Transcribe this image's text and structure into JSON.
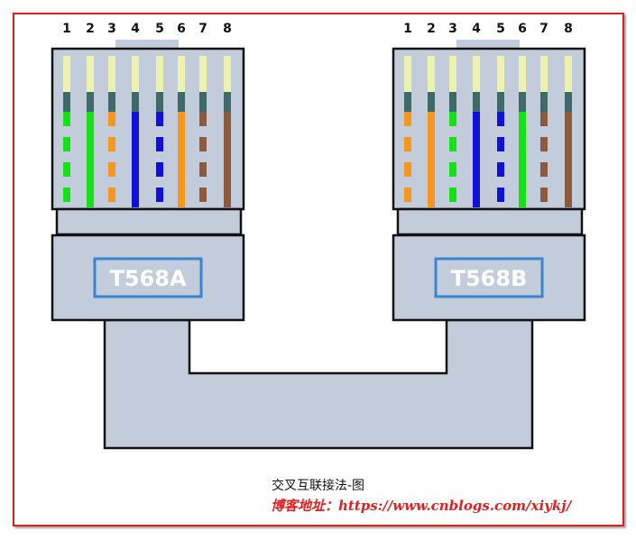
{
  "pin_numbers": [
    "1",
    "2",
    "3",
    "4",
    "5",
    "6",
    "7",
    "8"
  ],
  "left_connector": {
    "standard_label": "T568A",
    "wires": [
      {
        "color": "#16e016",
        "striped": true
      },
      {
        "color": "#16e016",
        "striped": false
      },
      {
        "color": "#f6961e",
        "striped": true
      },
      {
        "color": "#1010d8",
        "striped": false
      },
      {
        "color": "#1010d8",
        "striped": true
      },
      {
        "color": "#f6961e",
        "striped": false
      },
      {
        "color": "#8c5a3c",
        "striped": true
      },
      {
        "color": "#8c5a3c",
        "striped": false
      }
    ]
  },
  "right_connector": {
    "standard_label": "T568B",
    "wires": [
      {
        "color": "#f6961e",
        "striped": true
      },
      {
        "color": "#f6961e",
        "striped": false
      },
      {
        "color": "#16e016",
        "striped": true
      },
      {
        "color": "#1010d8",
        "striped": false
      },
      {
        "color": "#1010d8",
        "striped": true
      },
      {
        "color": "#16e016",
        "striped": false
      },
      {
        "color": "#8c5a3c",
        "striped": true
      },
      {
        "color": "#8c5a3c",
        "striped": false
      }
    ]
  },
  "colors": {
    "body_fill": "#c2ccdb",
    "outline": "#111111",
    "label_box_border": "#3b84d0",
    "contact_tip": "#eef2b0",
    "contact_mid": "#3e6a6a",
    "frame_border": "#e02020"
  },
  "caption": "交叉互联接法-图",
  "blog_address": "博客地址：https://www.cnblogs.com/xiykj/"
}
